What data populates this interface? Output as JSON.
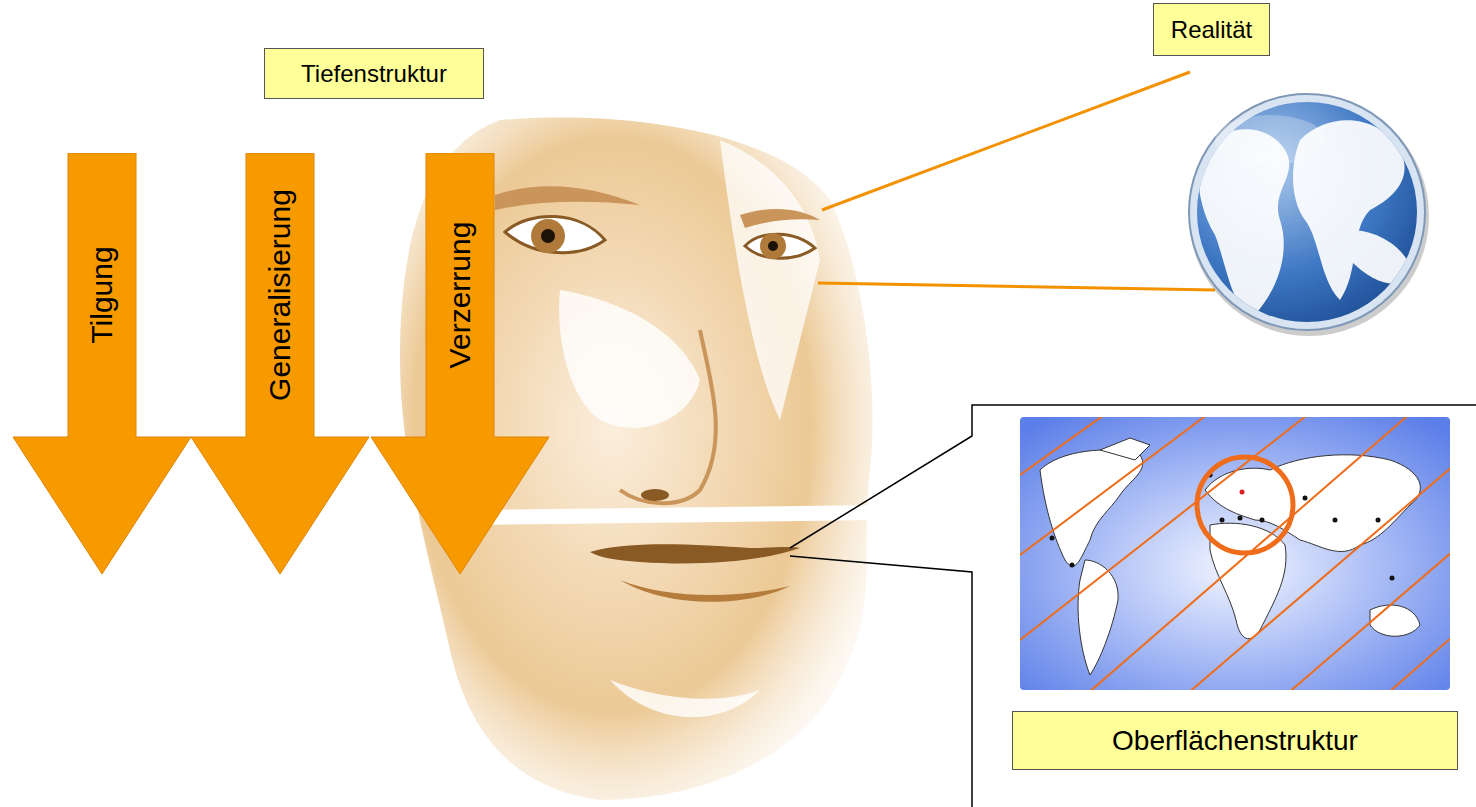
{
  "diagram": {
    "nodes": [
      {
        "text": [
          "Tiefenstruktur"
        ]
      },
      {
        "text": [
          "Realität"
        ]
      },
      {
        "text": [
          "Tilgung"
        ]
      },
      {
        "text": [
          "Generalisierung"
        ]
      },
      {
        "text": [
          "Verzerrung"
        ]
      },
      {
        "text": [
          "Oberflächenstruktur"
        ]
      }
    ]
  }
}
